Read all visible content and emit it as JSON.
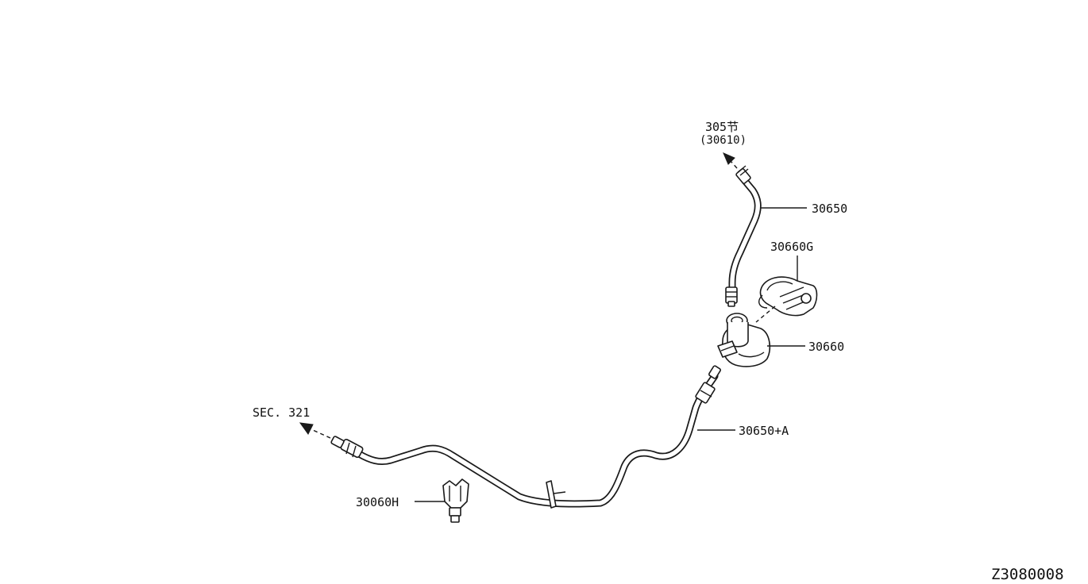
{
  "labels": {
    "top_ref": "305节",
    "top_ref_sub": "(30610)",
    "hose_upper": "30650",
    "clip_upper": "30660G",
    "damper": "30660",
    "hose_lower": "30650+A",
    "sec_ref": "SEC. 321",
    "clip_lower": "30060H"
  },
  "diagram_code": "Z3080008"
}
